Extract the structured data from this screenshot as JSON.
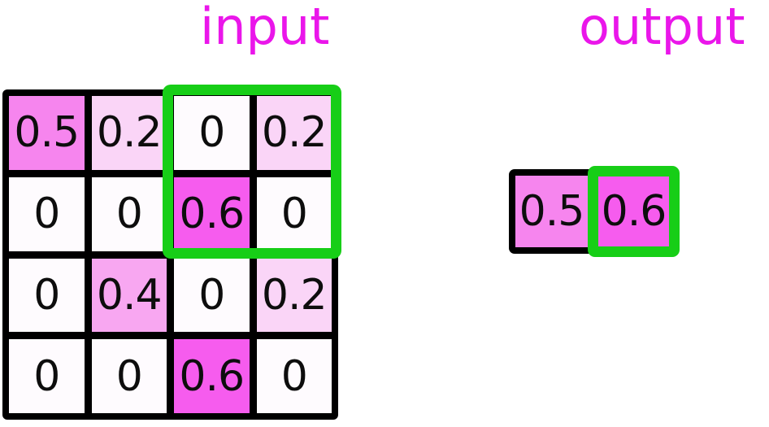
{
  "titles": {
    "input": "input",
    "output": "output"
  },
  "palette": {
    "title_color": "#ea16ea",
    "grid_line_color": "#000000",
    "highlight_color": "#17ce17",
    "number_color": "#0d0d0d",
    "background": "#ffffff",
    "value_colors": {
      "0": "#fefbfe",
      "0.2": "#fad5f7",
      "0.4": "#f8a7f1",
      "0.5": "#f685ee",
      "0.6": "#f65cee"
    }
  },
  "input_grid": {
    "matrix": [
      [
        0.5,
        0.2,
        0,
        0.2
      ],
      [
        0,
        0,
        0.6,
        0
      ],
      [
        0,
        0.4,
        0,
        0.2
      ],
      [
        0,
        0,
        0.6,
        0
      ]
    ],
    "cells": [
      {
        "value": "0.5",
        "color": "#f685ee"
      },
      {
        "value": "0.2",
        "color": "#fad5f7"
      },
      {
        "value": "0",
        "color": "#fefbfe"
      },
      {
        "value": "0.2",
        "color": "#fad5f7"
      },
      {
        "value": "0",
        "color": "#fefbfe"
      },
      {
        "value": "0",
        "color": "#fefbfe"
      },
      {
        "value": "0.6",
        "color": "#f65cee"
      },
      {
        "value": "0",
        "color": "#fefbfe"
      },
      {
        "value": "0",
        "color": "#fefbfe"
      },
      {
        "value": "0.4",
        "color": "#f8a7f1"
      },
      {
        "value": "0",
        "color": "#fefbfe"
      },
      {
        "value": "0.2",
        "color": "#fad5f7"
      },
      {
        "value": "0",
        "color": "#fefbfe"
      },
      {
        "value": "0",
        "color": "#fefbfe"
      },
      {
        "value": "0.6",
        "color": "#f65cee"
      },
      {
        "value": "0",
        "color": "#fefbfe"
      }
    ],
    "pooling_window": {
      "rows": "1-2",
      "cols": "3-4"
    }
  },
  "output_row": {
    "cells": [
      {
        "value": "0.5",
        "color": "#f685ee",
        "highlighted": false
      },
      {
        "value": "0.6",
        "color": "#f65cee",
        "highlighted": true
      }
    ]
  }
}
